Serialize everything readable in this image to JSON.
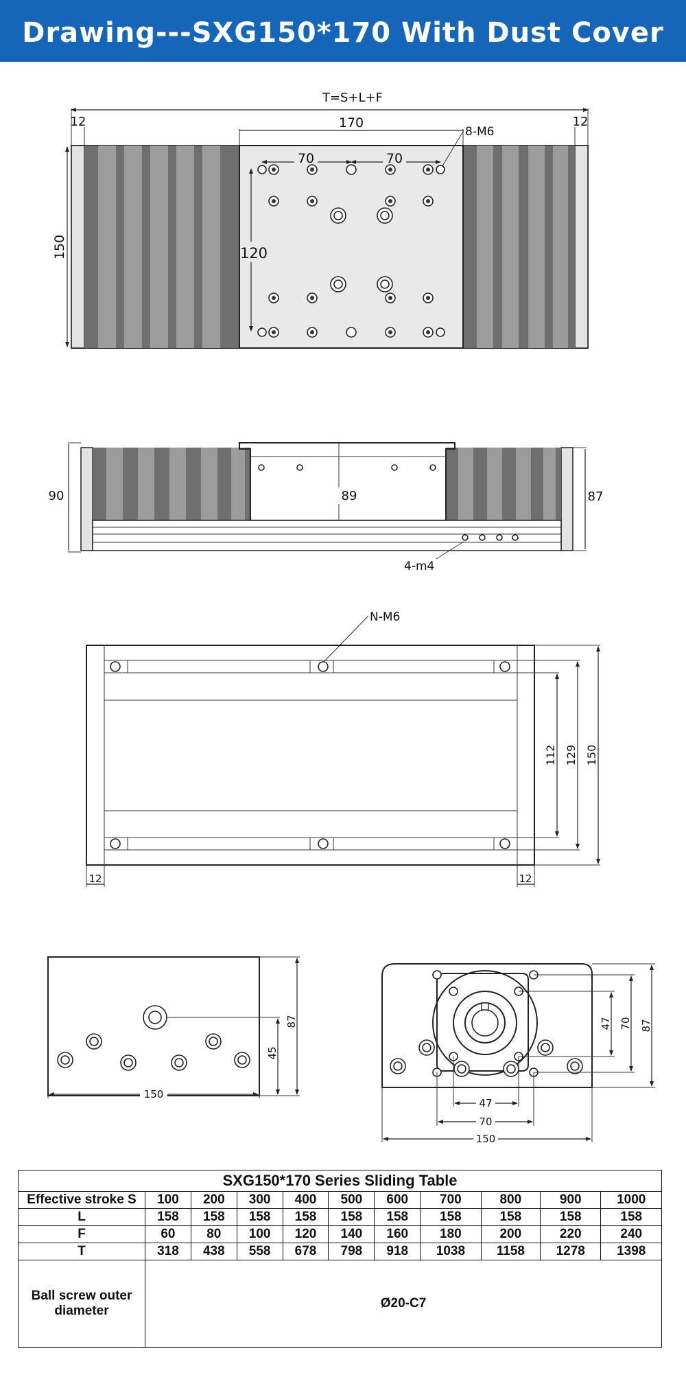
{
  "header": {
    "title": "Drawing---SXG150*170 With Dust Cover",
    "bg_color": "#1565b8"
  },
  "top_view": {
    "formula": "T=S+L+F",
    "dim_end_left": "12",
    "dim_end_right": "12",
    "dim_carriage_width": "170",
    "dim_holes_left": "70",
    "dim_holes_right": "70",
    "dim_height": "150",
    "dim_hole_span": "120",
    "callout_holes": "8-M6"
  },
  "side_view": {
    "dim_left_height": "90",
    "dim_center_height": "89",
    "dim_right_height": "87",
    "callout_holes": "4-m4"
  },
  "bottom_view": {
    "callout_holes": "N-M6",
    "dim_112": "112",
    "dim_129": "129",
    "dim_150": "150",
    "dim_end_left": "12",
    "dim_end_right": "12"
  },
  "end_view_left": {
    "dim_height": "87",
    "dim_45": "45",
    "dim_width": "150"
  },
  "end_view_right": {
    "dim_height": "87",
    "dim_70_v": "70",
    "dim_47_v": "47",
    "dim_47_h": "47",
    "dim_70_h": "70",
    "dim_width": "150"
  },
  "table": {
    "caption": "SXG150*170 Series Sliding Table",
    "header_label": "Effective stroke S",
    "strokes": [
      "100",
      "200",
      "300",
      "400",
      "500",
      "600",
      "700",
      "800",
      "900",
      "1000"
    ],
    "rows": [
      {
        "label": "L",
        "values": [
          "158",
          "158",
          "158",
          "158",
          "158",
          "158",
          "158",
          "158",
          "158",
          "158"
        ]
      },
      {
        "label": "F",
        "values": [
          "60",
          "80",
          "100",
          "120",
          "140",
          "160",
          "180",
          "200",
          "220",
          "240"
        ]
      },
      {
        "label": "T",
        "values": [
          "318",
          "438",
          "558",
          "678",
          "798",
          "918",
          "1038",
          "1158",
          "1278",
          "1398"
        ]
      }
    ],
    "diameter_label": "Ball screw outer diameter",
    "diameter_value": "Ø20-C7"
  }
}
